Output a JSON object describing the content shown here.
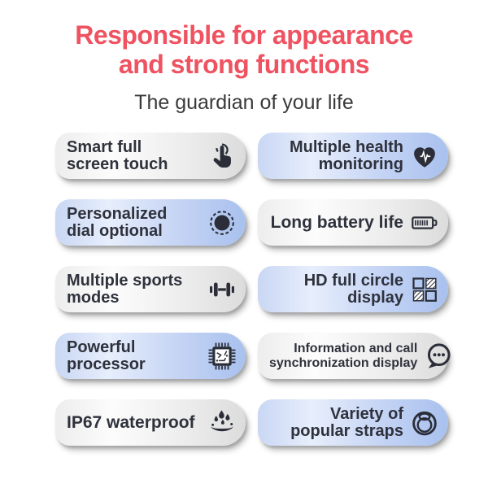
{
  "header": {
    "title_line1": "Responsible for appearance",
    "title_line2": "and strong functions",
    "subtitle": "The guardian of your life"
  },
  "colors": {
    "title_red": "#ef5260",
    "text_dark": "#2f323c",
    "icon_dark": "#2b2e38",
    "pill_blue_start": "#c9d7f4",
    "pill_blue_end": "#a8c1ee",
    "pill_gray_start": "#ededed",
    "pill_gray_end": "#dcdcdc"
  },
  "features": [
    {
      "line1": "Smart full",
      "line2": "screen touch",
      "icon": "touch-icon",
      "style": "gray",
      "column": "left"
    },
    {
      "line1": "Multiple health",
      "line2": "monitoring",
      "icon": "heart-pulse-icon",
      "style": "blue",
      "column": "right"
    },
    {
      "line1": "Personalized",
      "line2": "dial optional",
      "icon": "watch-dial-icon",
      "style": "blue",
      "column": "left"
    },
    {
      "line1": "Long battery life",
      "line2": "",
      "icon": "battery-icon",
      "style": "gray",
      "column": "right"
    },
    {
      "line1": "Multiple sports",
      "line2": "modes",
      "icon": "dumbbell-icon",
      "style": "gray",
      "column": "left"
    },
    {
      "line1": "HD full circle",
      "line2": "display",
      "icon": "display-grid-icon",
      "style": "blue",
      "column": "right"
    },
    {
      "line1": "Powerful",
      "line2": "processor",
      "icon": "processor-chip-icon",
      "style": "blue",
      "column": "left"
    },
    {
      "line1": "Information and call",
      "line2": "synchronization display",
      "icon": "chat-bubble-icon",
      "style": "gray",
      "column": "right"
    },
    {
      "line1": "IP67 waterproof",
      "line2": "",
      "icon": "water-drops-icon",
      "style": "gray",
      "column": "left"
    },
    {
      "line1": "Variety of",
      "line2": "popular straps",
      "icon": "watch-strap-icon",
      "style": "blue",
      "column": "right"
    }
  ]
}
